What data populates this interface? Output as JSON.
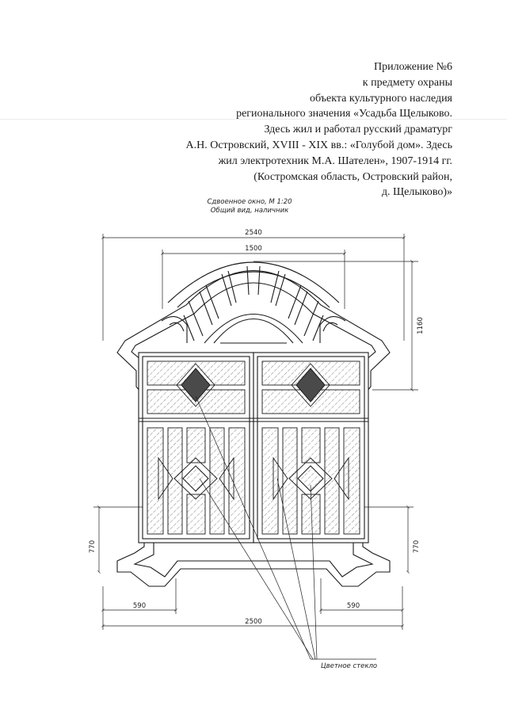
{
  "header": {
    "lines": [
      "Приложение №6",
      "к предмету охраны",
      "объекта культурного наследия",
      "регионального значения «Усадьба Щелыково.",
      "Здесь жил и работал русский драматург",
      "А.Н. Островский, XVIII - XIX вв.: «Голубой дом». Здесь",
      "жил электротехник М.А. Шателен», 1907-1914 гг.",
      "(Костромская область, Островский район,",
      "д. Щелыково)»"
    ]
  },
  "drawing": {
    "title": "Сдвоенное окно,  М 1:20",
    "subtitle": "Общий вид, наличник",
    "dimensions": {
      "overall_top": "2540",
      "arch_width": "1500",
      "upper_height": "1160",
      "lower_height_left": "770",
      "lower_height_right": "770",
      "foot_left": "590",
      "foot_right": "590",
      "overall_bottom": "2500"
    },
    "callout_label": "Цветное стекло"
  },
  "colors": {
    "ink": "#1a1a1a",
    "dark_glass": "#4a4a4a",
    "hatch": "#9a9a9a"
  }
}
